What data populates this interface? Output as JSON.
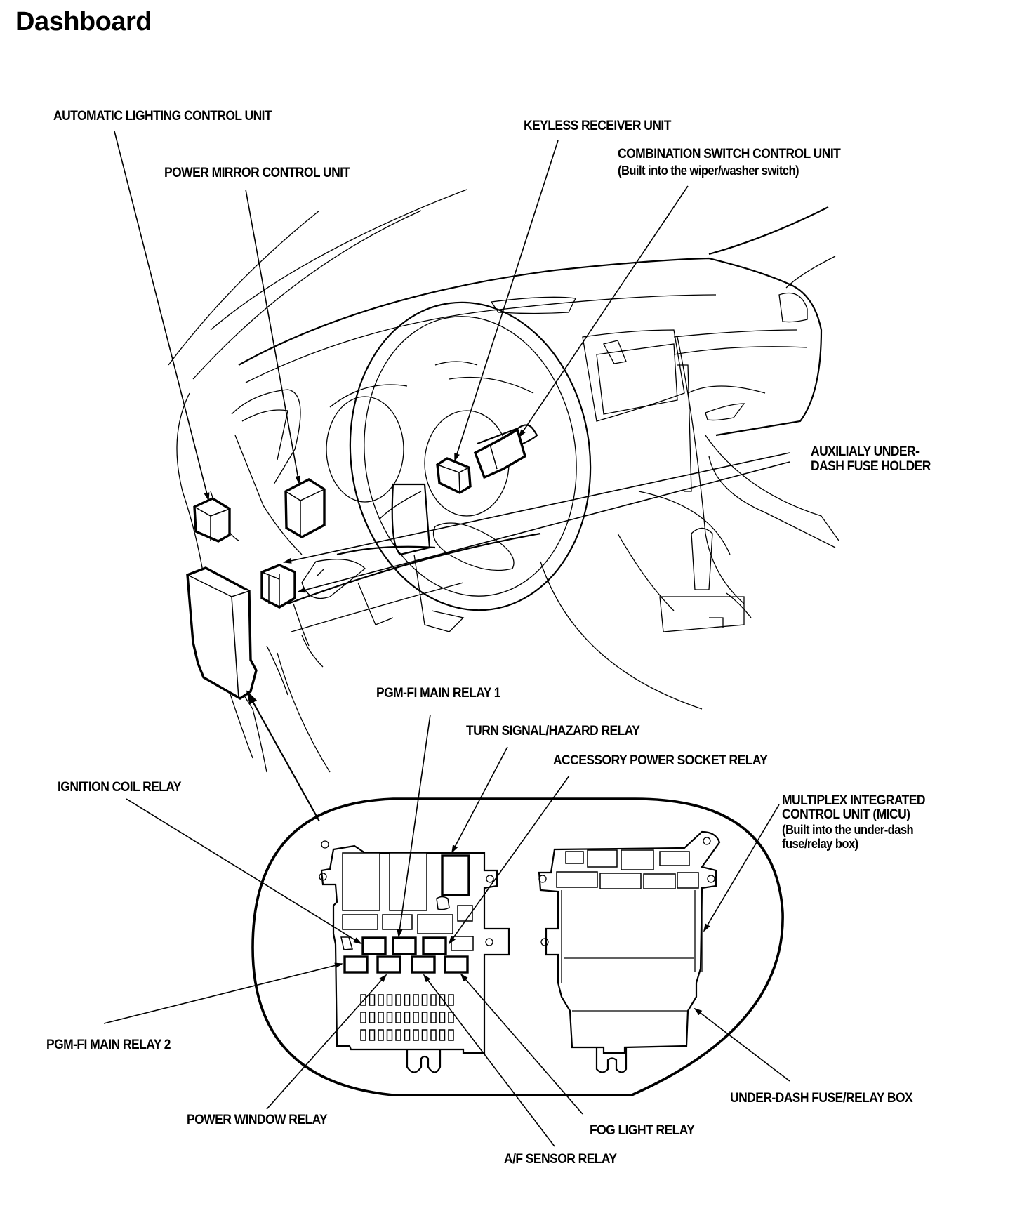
{
  "page": {
    "title": "Dashboard"
  },
  "labels": {
    "automatic_lighting": "AUTOMATIC LIGHTING CONTROL UNIT",
    "power_mirror": "POWER MIRROR CONTROL UNIT",
    "keyless_receiver": "KEYLESS RECEIVER UNIT",
    "combination_switch": "COMBINATION SWITCH CONTROL UNIT",
    "combination_switch_note": "(Built into the wiper/washer switch)",
    "aux_fuse_holder_1": "AUXILIALY UNDER-",
    "aux_fuse_holder_2": "DASH FUSE HOLDER",
    "pgm_fi_main_relay_1": "PGM-FI MAIN RELAY 1",
    "turn_signal_relay": "TURN SIGNAL/HAZARD RELAY",
    "accessory_socket_relay": "ACCESSORY POWER SOCKET RELAY",
    "ignition_coil_relay": "IGNITION COIL RELAY",
    "micu_1": "MULTIPLEX INTEGRATED",
    "micu_2": "CONTROL UNIT (MICU)",
    "micu_3": "(Built into the under-dash",
    "micu_4": "fuse/relay box)",
    "pgm_fi_main_relay_2": "PGM-FI MAIN RELAY 2",
    "power_window_relay": "POWER WINDOW RELAY",
    "under_dash_box": "UNDER-DASH FUSE/RELAY BOX",
    "fog_light_relay": "FOG LIGHT RELAY",
    "af_sensor_relay": "A/F SENSOR RELAY"
  },
  "fuse_grid": {
    "rows": 3,
    "columns": 11
  }
}
